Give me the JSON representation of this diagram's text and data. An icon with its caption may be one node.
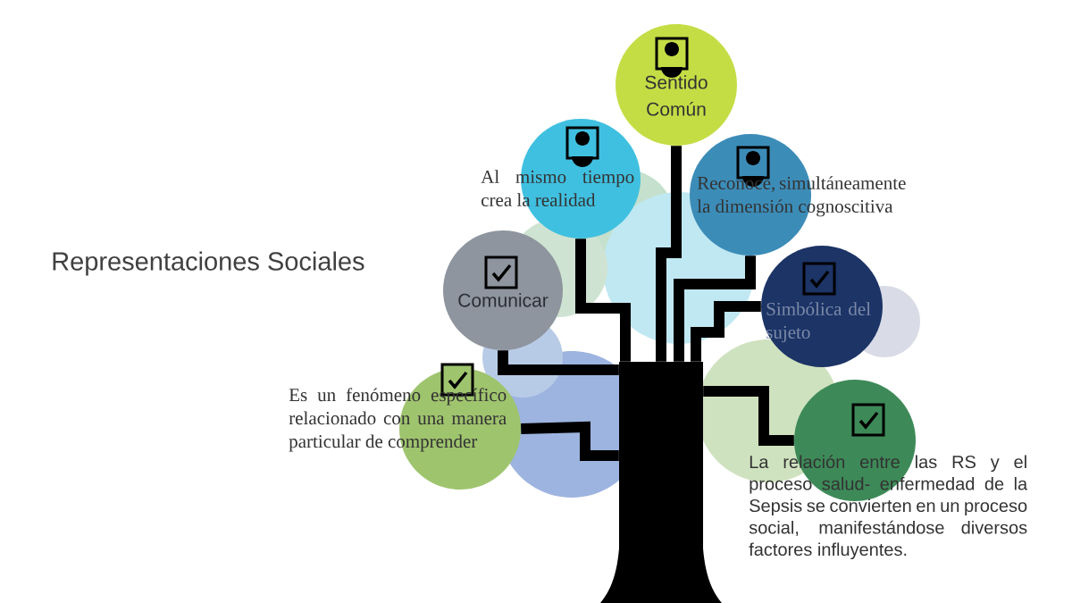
{
  "diagram": {
    "title": "Representaciones Sociales",
    "nodes": [
      {
        "text": [
          "Sentido Común"
        ]
      },
      {
        "text": [
          "Al mismo tiempo crea la realidad"
        ]
      },
      {
        "text": [
          "Reconoce, simultáneamente la dimensión cognoscitiva"
        ]
      },
      {
        "text": [
          "Comunicar"
        ]
      },
      {
        "text": [
          "Simbólica del sujeto"
        ]
      },
      {
        "text": [
          "Es un fenómeno específico relacionado con una manera particular de comprender"
        ]
      },
      {
        "text": [
          "La relación entre las RS y el proceso salud- enfermedad de la Sepsis se convierten en un proceso social, manifestándose diversos factores influyentes."
        ]
      },
      {
        "text": [],
        "shape": "trunk"
      }
    ],
    "edges": [
      {
        "from": 7,
        "to": 0,
        "arrow": "none"
      },
      {
        "from": 7,
        "to": 1,
        "arrow": "none"
      },
      {
        "from": 7,
        "to": 2,
        "arrow": "none"
      },
      {
        "from": 7,
        "to": 3,
        "arrow": "none"
      },
      {
        "from": 7,
        "to": 4,
        "arrow": "none"
      },
      {
        "from": 7,
        "to": 5,
        "arrow": "none"
      },
      {
        "from": 7,
        "to": 6,
        "arrow": "none"
      }
    ]
  }
}
